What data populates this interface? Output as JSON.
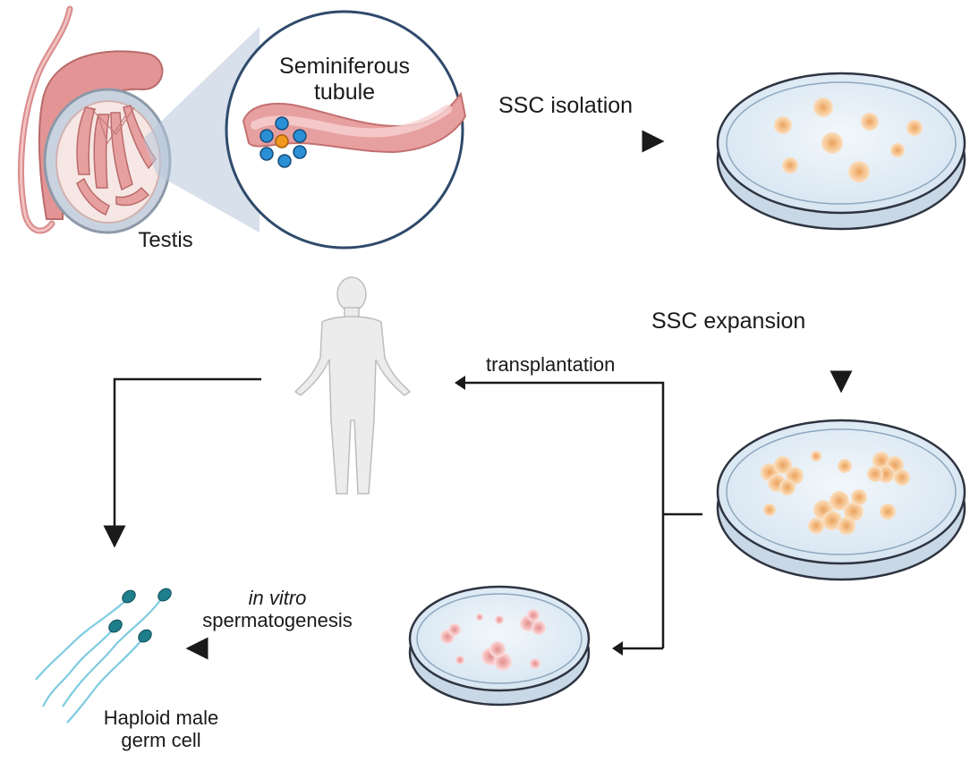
{
  "labels": {
    "testis": "Testis",
    "seminiferous_line1": "Seminiferous",
    "seminiferous_line2": "tubule",
    "ssc_isolation": "SSC isolation",
    "ssc_expansion": "SSC expansion",
    "transplantation": "transplantation",
    "in_vitro": "in vitro",
    "spermatogenesis": "spermatogenesis",
    "haploid_line1": "Haploid male",
    "haploid_line2": "germ cell"
  },
  "colors": {
    "arrow": "#1a1a1a",
    "dish_rim": "#2e3440",
    "dish_fill": "#dbe8f3",
    "cell_orange": "#f6c38e",
    "cell_pink": "#f2b7b7",
    "tubule": "#e48f8f",
    "sperm_head": "#1f7e8c",
    "sperm_tail": "#8fd3e6",
    "human_body": "#e7e7e7",
    "magnifier_fill": "#dfe8f2"
  }
}
